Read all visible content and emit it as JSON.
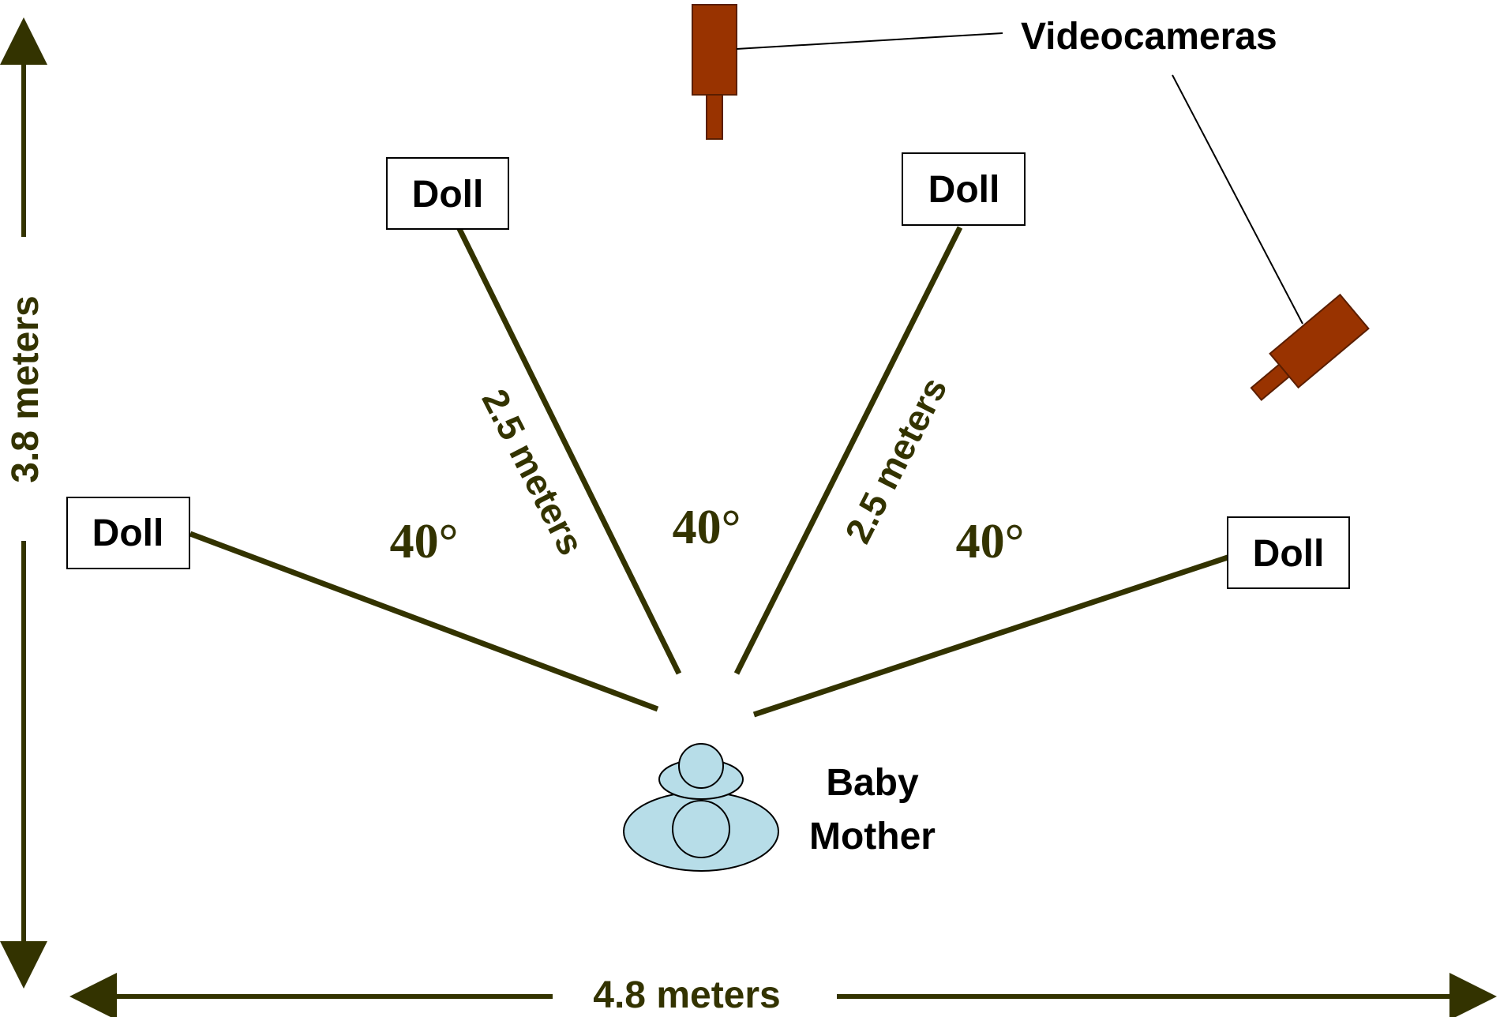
{
  "dimensions": {
    "height_label": "3.8 meters",
    "width_label": "4.8 meters"
  },
  "cameras_label": "Videocameras",
  "dolls": [
    {
      "label": "Doll"
    },
    {
      "label": "Doll"
    },
    {
      "label": "Doll"
    },
    {
      "label": "Doll"
    }
  ],
  "distances": [
    {
      "label": "2.5 meters"
    },
    {
      "label": "2.5 meters"
    }
  ],
  "angles": [
    {
      "label": "40°"
    },
    {
      "label": "40°"
    },
    {
      "label": "40°"
    }
  ],
  "subjects": {
    "baby_label": "Baby",
    "mother_label": "Mother"
  },
  "colors": {
    "line": "#333300",
    "camera": "#993300",
    "figure_fill": "#b7dde8",
    "label_text": "#000000"
  }
}
